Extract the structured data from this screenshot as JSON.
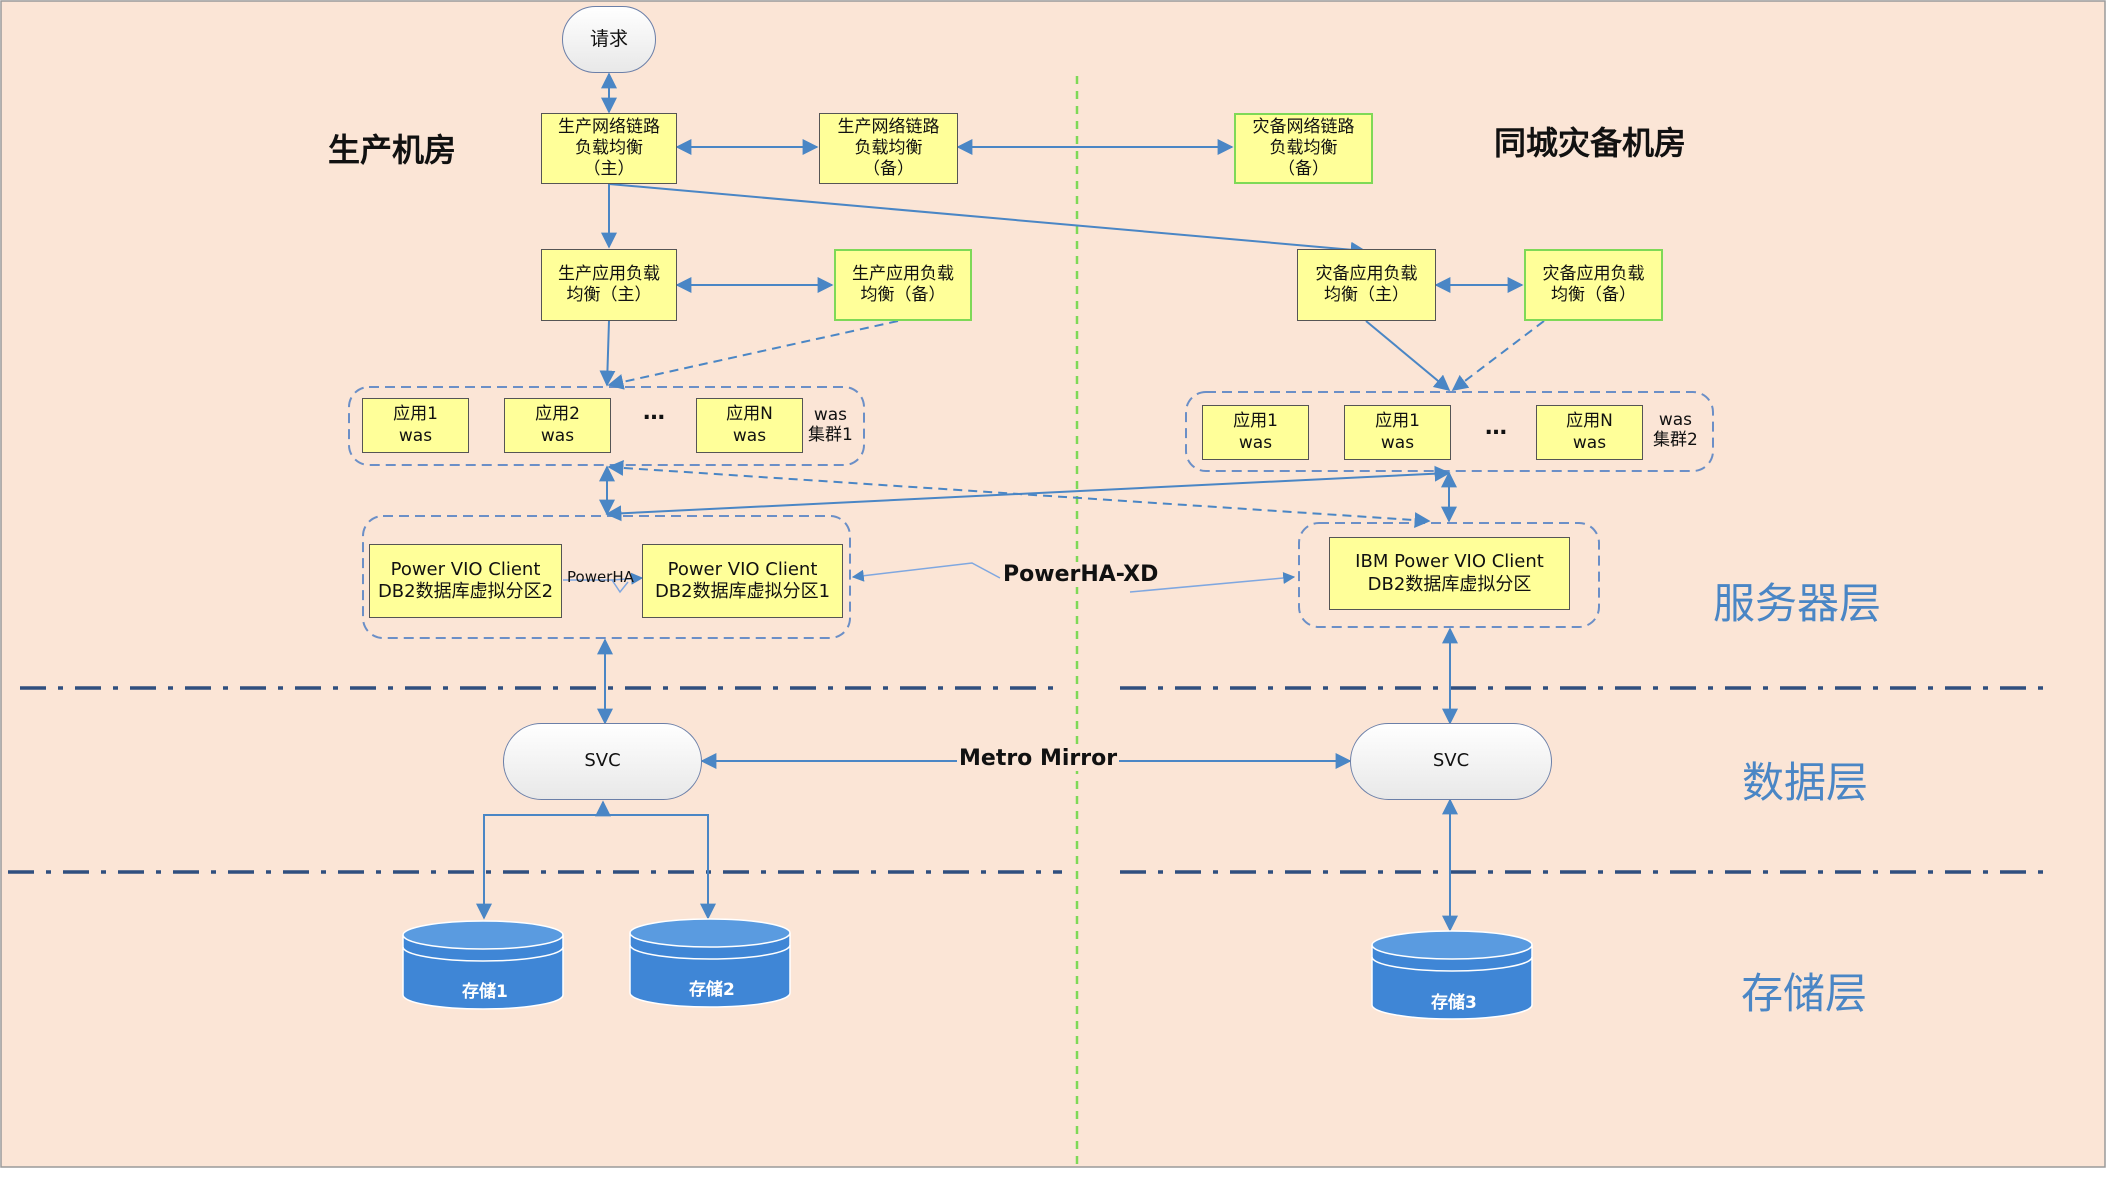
{
  "rooms": {
    "production": "生产机房",
    "disaster": "同城灾备机房"
  },
  "layers": {
    "server": "服务器层",
    "data": "数据层",
    "storage": "存储层"
  },
  "request": "请求",
  "network_lb": {
    "prod_main": "生产网络链路\n负载均衡\n（主）",
    "prod_backup": "生产网络链路\n负载均衡\n（备）",
    "dr_backup": "灾备网络链路\n负载均衡\n（备）"
  },
  "app_lb": {
    "prod_main": "生产应用负载\n均衡（主）",
    "prod_backup": "生产应用负载\n均衡（备）",
    "dr_main": "灾备应用负载\n均衡（主）",
    "dr_backup": "灾备应用负载\n均衡（备）"
  },
  "cluster1": {
    "apps": [
      "应用1\nwas",
      "应用2\nwas",
      "应用N\nwas"
    ],
    "ellipsis": "…",
    "label": "was\n集群1"
  },
  "cluster2": {
    "apps": [
      "应用1\nwas",
      "应用1\nwas",
      "应用N\nwas"
    ],
    "ellipsis": "…",
    "label": "was\n集群2"
  },
  "vio": {
    "prod_a": "Power VIO Client\nDB2数据库虚拟分区2",
    "prod_b": "Power VIO Client\nDB2数据库虚拟分区1",
    "dr": "IBM Power VIO Client\nDB2数据库虚拟分区"
  },
  "links": {
    "powerha": "PowerHA",
    "powerha_xd": "PowerHA-XD",
    "metro_mirror": "Metro Mirror"
  },
  "svc": {
    "prod": "SVC",
    "dr": "SVC"
  },
  "storage": [
    "存储1",
    "存储2",
    "存储3"
  ],
  "colors": {
    "background": "#fbe5d6",
    "arrow": "#4a86c5",
    "divider": "#2f4f7f",
    "center_line": "#7ed957",
    "box_fill": "#ffff99",
    "storage_fill": "#3f86d6"
  }
}
